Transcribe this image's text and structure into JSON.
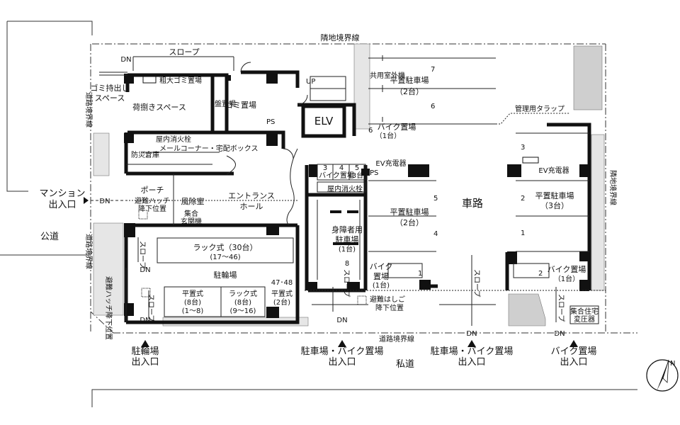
{
  "labels": {
    "north_boundary": "隣地境界線",
    "road_boundary_left": "道路境界線",
    "road_boundary_left2": "道路境界線",
    "road_boundary_bottom": "道路境界線",
    "neighbor_boundary_right": "隣地境界線",
    "public_road": "公道",
    "private_road": "私道",
    "slope_top": "スロープ",
    "dn": "DN",
    "garbage_out_1": "ゴミ持出し",
    "garbage_out_2": "スペース",
    "bulky_garbage": "粗大ゴミ置場",
    "unloading": "荷捌きスペース",
    "panel": "盤置場",
    "garbage_room": "ゴミ置場",
    "ps": "PS",
    "up": "UP",
    "shared_unit": "共用室外機",
    "elv": "ELV",
    "hydrant": "屋内消火栓",
    "mail_corner": "メールコーナー・宅配ボックス",
    "disaster_store": "防災倉庫",
    "porch": "ポーチ",
    "wind_room": "風除室",
    "entrance_hall_1": "エントランス",
    "entrance_hall_2": "ホール",
    "hatch_1": "避難ハッチ",
    "hatch_2": "降下位置",
    "intercom_1": "集合",
    "intercom_2": "玄関機",
    "mansion_entry_1": "マンション",
    "mansion_entry_2": "出入口",
    "rack_30_1": "ラック式（30台）",
    "rack_30_2": "(17〜46)",
    "bike_parking": "駐輪場",
    "flat_8_1": "平置式",
    "flat_8_2": "(8台)",
    "flat_8_3": "(1〜8)",
    "rack_8_1": "ラック式",
    "rack_8_2": "(8台)",
    "rack_8_3": "(9〜16)",
    "flat_2_0": "47･48",
    "flat_2_1": "平置式",
    "flat_2_2": "(2台)",
    "slope_v": "スロープ",
    "hatch_v": "避難ハッチ降下位置",
    "bicycle_entry_1": "駐輪場",
    "bicycle_entry_2": "出入口",
    "flat_parking_top_1": "平置駐車場",
    "flat_parking_top_2": "（2台）",
    "bike_6": "バイク置場",
    "bike_6_count": "（1台）",
    "bike_345": "バイク置場",
    "bike_345_count": "(3台)",
    "hydrant2": "屋内消火栓",
    "ev_charger": "EV充電器",
    "ev_charger2": "EV充電器",
    "flat_parking_mid_1": "平置駐車場",
    "flat_parking_mid_2": "（2台）",
    "road": "車路",
    "accessible_1": "身障者用",
    "accessible_2": "駐車場",
    "accessible_3": "(1台)",
    "bike1_1": "バイク",
    "bike1_2": "置場",
    "bike1_3": "(1台)",
    "ladder_1": "避難はしご",
    "ladder_2": "降下位置",
    "mgmt_trap": "管理用タラップ",
    "flat_parking_right_1": "平置駐車場",
    "flat_parking_right_2": "（3台）",
    "bike2_1": "バイク置場",
    "bike2_2": "（1台）",
    "transformer_1": "集合住宅",
    "transformer_2": "変圧器",
    "car_entry_1a": "駐車場・バイク置場",
    "car_entry_1b": "出入口",
    "car_entry_2a": "駐車場・バイク置場",
    "car_entry_2b": "出入口",
    "bike_entry_1": "バイク置場",
    "bike_entry_2": "出入口",
    "n3": "3",
    "n4": "4",
    "n5": "5",
    "s1": "1",
    "s2": "2",
    "s3": "3",
    "s4": "4",
    "s5": "5",
    "s6": "6",
    "s7": "7",
    "s8": "8",
    "north": "N"
  }
}
